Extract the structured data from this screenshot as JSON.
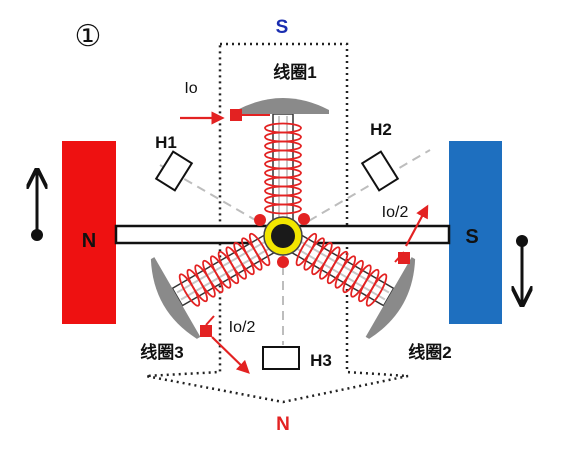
{
  "figure_number": "①",
  "stator_poles": {
    "top": "S",
    "bottom": "N"
  },
  "magnets": {
    "left": {
      "pole": "N",
      "color": "#ee1111"
    },
    "right": {
      "pole": "S",
      "color": "#1e6fbf"
    }
  },
  "coils": {
    "coil1": "线圈1",
    "coil2": "线圈2",
    "coil3": "线圈3"
  },
  "hall_sensors": {
    "h1": "H1",
    "h2": "H2",
    "h3": "H3"
  },
  "currents": {
    "input": "Io",
    "branch_right": "Io/2",
    "branch_left": "Io/2"
  },
  "colors": {
    "winding": "#e32222",
    "arrow": "#e32222",
    "core": "#8a8a8a",
    "top_S": "#1a2db0",
    "bottom_N": "#e32222",
    "rotor_ring": "#f2e600"
  }
}
